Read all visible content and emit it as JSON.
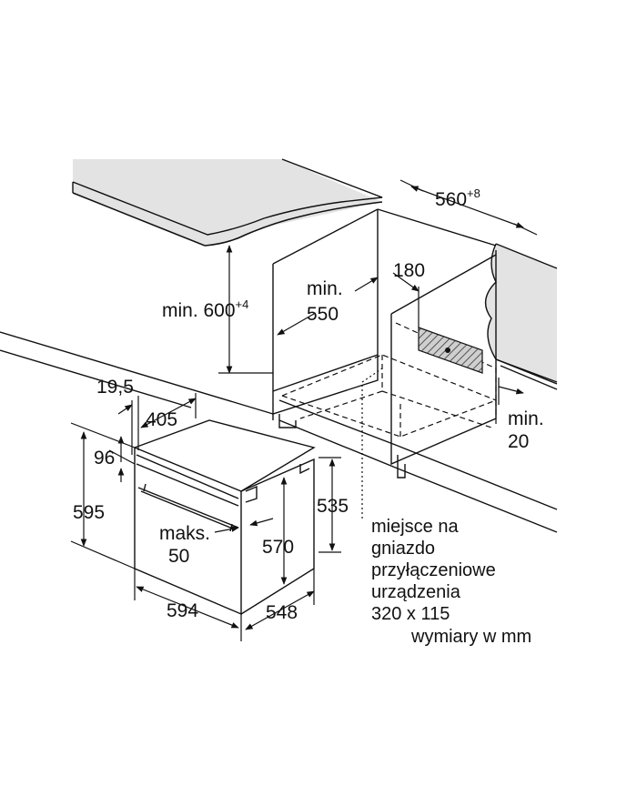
{
  "dimensions": {
    "width_cutout": "560",
    "width_cutout_tolerance": "+8",
    "min_height_label": "min. 600",
    "min_height_tolerance": "+4",
    "min_depth_line1": "min.",
    "min_depth_line2": "550",
    "socket_offset": "180",
    "min_gap_line1": "min.",
    "min_gap_line2": "20",
    "front_offset": "19,5",
    "control_depth": "405",
    "panel_height": "96",
    "total_height": "595",
    "body_height": "535",
    "inner_height": "570",
    "max_line1": "maks.",
    "max_line2": "50",
    "total_width": "594",
    "total_depth": "548"
  },
  "note": {
    "line1": "miejsce na",
    "line2": "gniazdo",
    "line3": "przyłączeniowe",
    "line4": "urządzenia",
    "line5": "320 x 115"
  },
  "units_label": "wymiary w mm",
  "colors": {
    "line": "#111111",
    "countertop": "#e3e3e3",
    "socket_hatch": "#9a9a9a"
  }
}
